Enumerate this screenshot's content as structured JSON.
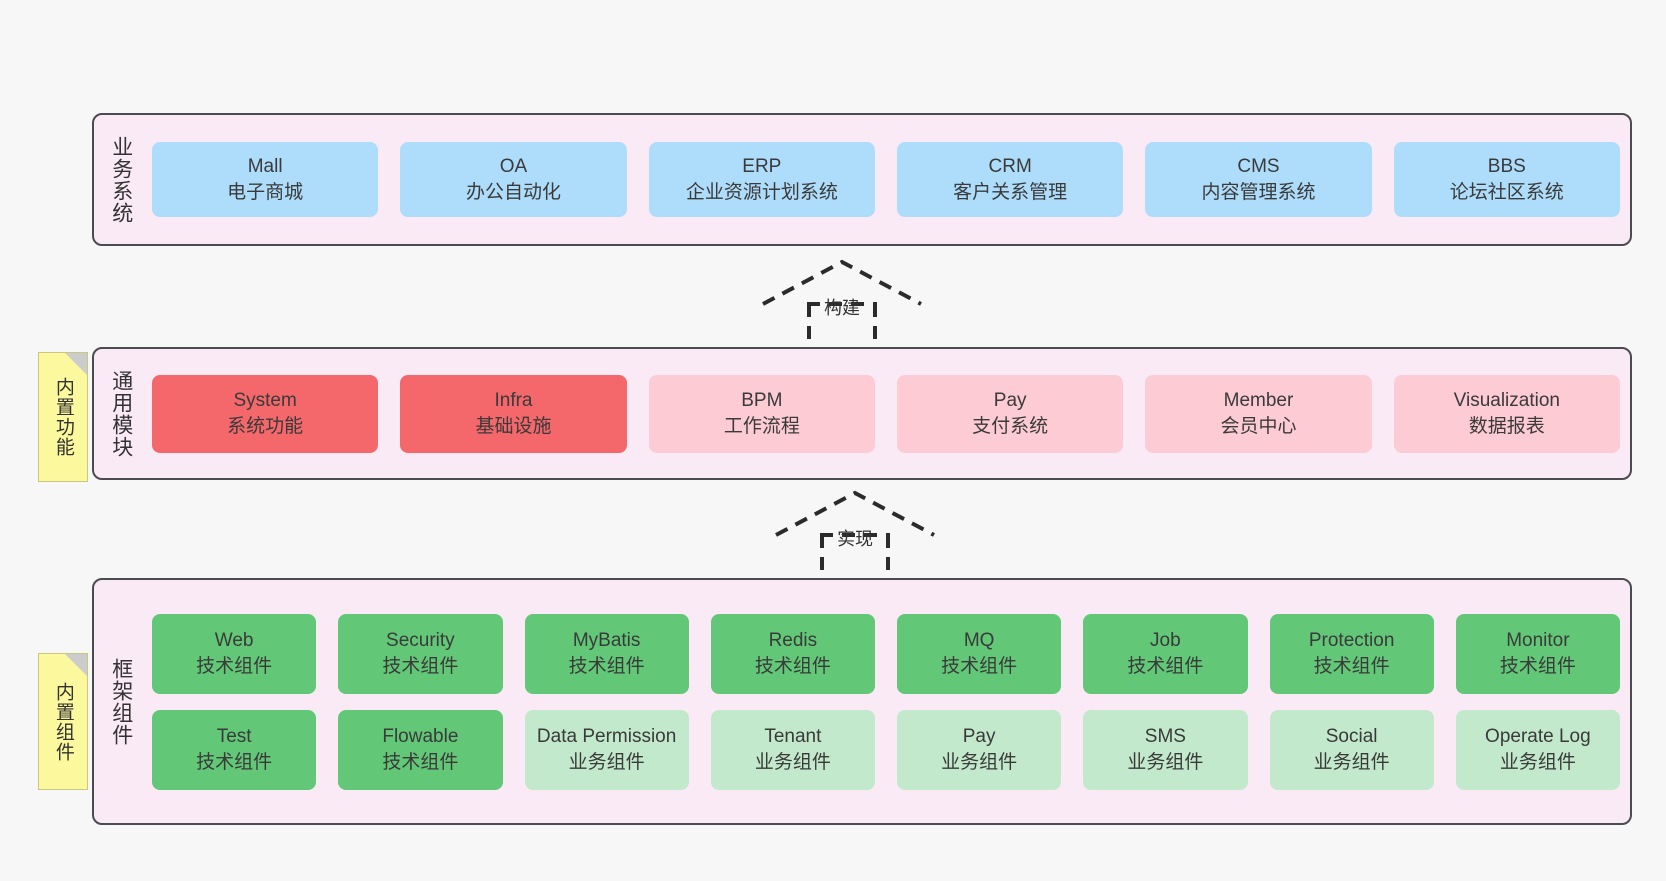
{
  "notes": [
    {
      "name": "builtin-features",
      "text": "内置功能"
    },
    {
      "name": "builtin-components",
      "text": "内置组件"
    }
  ],
  "arrows": [
    {
      "name": "build",
      "label": "构建"
    },
    {
      "name": "implement",
      "label": "实现"
    }
  ],
  "layers": {
    "business": {
      "title": "业务系统",
      "cards": [
        {
          "en": "Mall",
          "cn": "电子商城"
        },
        {
          "en": "OA",
          "cn": "办公自动化"
        },
        {
          "en": "ERP",
          "cn": "企业资源计划系统"
        },
        {
          "en": "CRM",
          "cn": "客户关系管理"
        },
        {
          "en": "CMS",
          "cn": "内容管理系统"
        },
        {
          "en": "BBS",
          "cn": "论坛社区系统"
        }
      ]
    },
    "common": {
      "title": "通用模块",
      "cards": [
        {
          "en": "System",
          "cn": "系统功能"
        },
        {
          "en": "Infra",
          "cn": "基础设施"
        },
        {
          "en": "BPM",
          "cn": "工作流程"
        },
        {
          "en": "Pay",
          "cn": "支付系统"
        },
        {
          "en": "Member",
          "cn": "会员中心"
        },
        {
          "en": "Visualization",
          "cn": "数据报表"
        }
      ]
    },
    "framework": {
      "title": "框架组件",
      "row1": [
        {
          "en": "Web",
          "cn": "技术组件"
        },
        {
          "en": "Security",
          "cn": "技术组件"
        },
        {
          "en": "MyBatis",
          "cn": "技术组件"
        },
        {
          "en": "Redis",
          "cn": "技术组件"
        },
        {
          "en": "MQ",
          "cn": "技术组件"
        },
        {
          "en": "Job",
          "cn": "技术组件"
        },
        {
          "en": "Protection",
          "cn": "技术组件"
        },
        {
          "en": "Monitor",
          "cn": "技术组件"
        }
      ],
      "row2": [
        {
          "en": "Test",
          "cn": "技术组件"
        },
        {
          "en": "Flowable",
          "cn": "技术组件"
        },
        {
          "en": "Data Permission",
          "cn": "业务组件"
        },
        {
          "en": "Tenant",
          "cn": "业务组件"
        },
        {
          "en": "Pay",
          "cn": "业务组件"
        },
        {
          "en": "SMS",
          "cn": "业务组件"
        },
        {
          "en": "Social",
          "cn": "业务组件"
        },
        {
          "en": "Operate Log",
          "cn": "业务组件"
        }
      ]
    }
  },
  "colors": {
    "layer_background": "#faeaf5",
    "layer_border": "#4b4b52",
    "business_card": "#aeddfb",
    "common_card_active": "#f4676b",
    "common_card": "#fccbd3",
    "framework_tech_card": "#62c878",
    "framework_business_card": "#c2e9cb",
    "note": "#fbf89e",
    "canvas": "#f7f7f7"
  }
}
